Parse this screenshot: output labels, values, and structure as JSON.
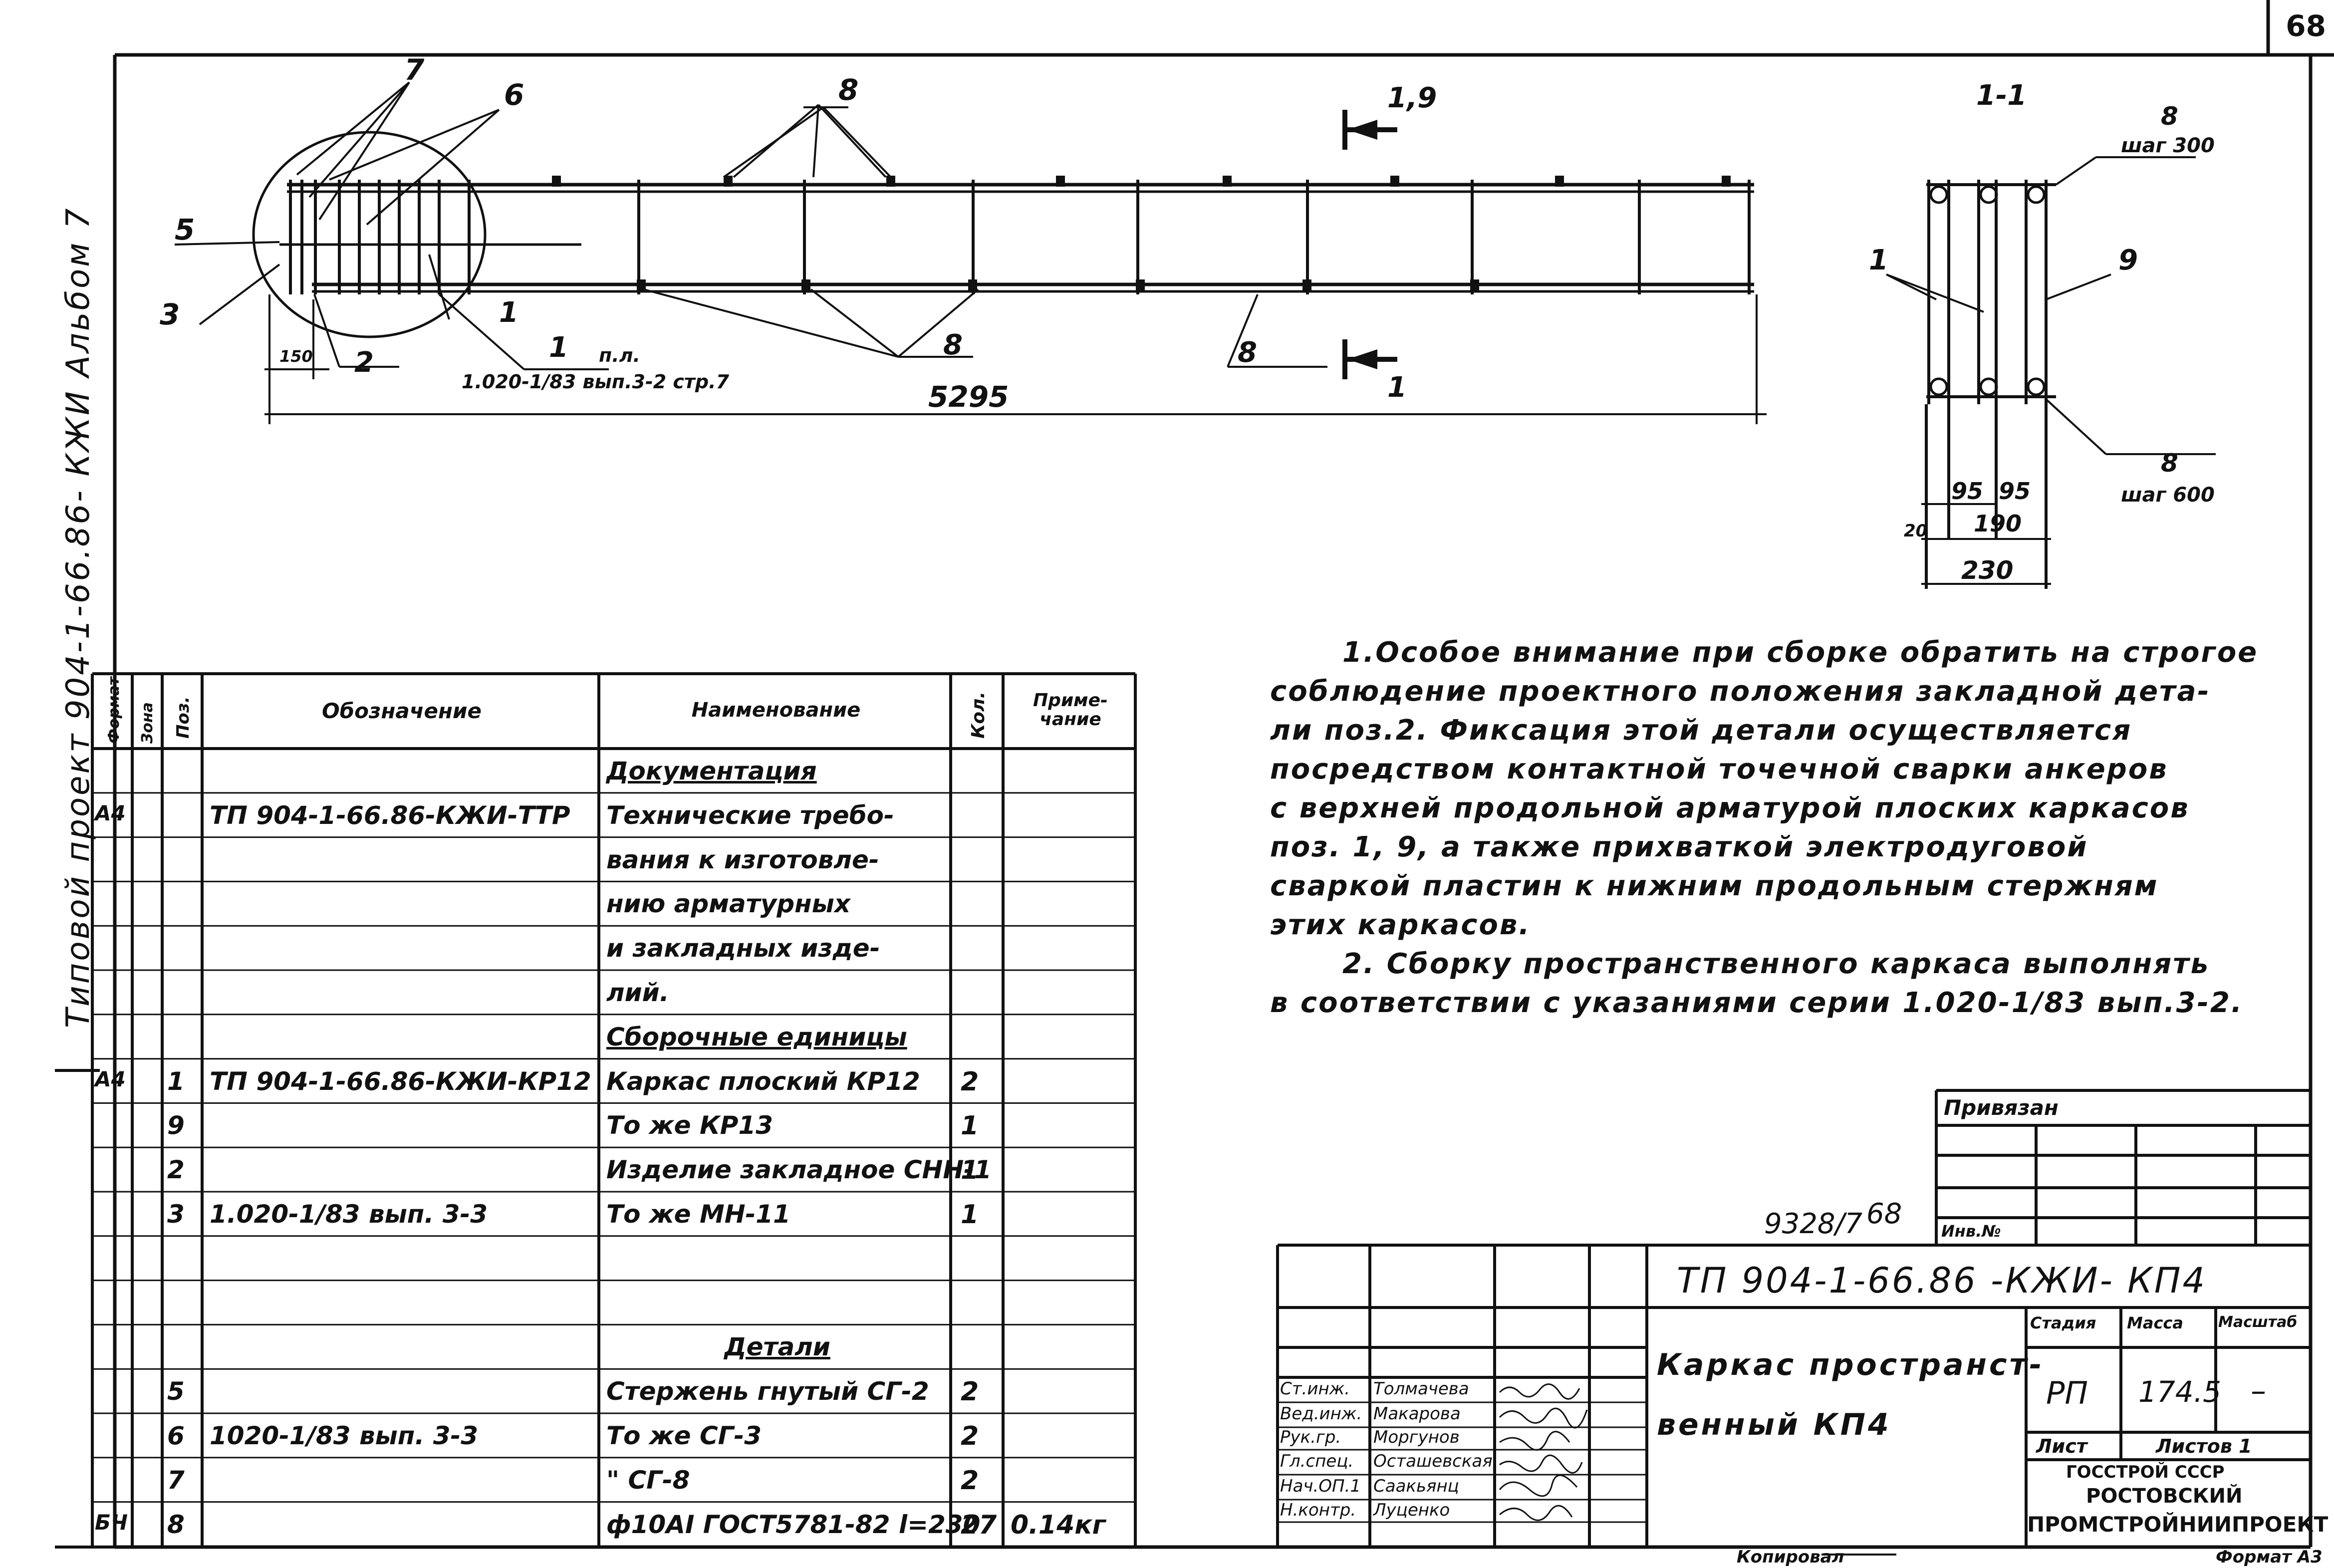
{
  "page_number": "68",
  "side_title": "Типовой проект 904-1-66.86- КЖИ Альбом 7",
  "drawing": {
    "callouts": [
      "7",
      "6",
      "8",
      "5",
      "3",
      "2",
      "1",
      "8",
      "8",
      "1,9",
      "1",
      "1"
    ],
    "ref_line1": "п.л.",
    "ref_line2": "1.020-1/83 вып.3-2 стр.7",
    "dim_150": "150",
    "dim_total": "5295",
    "section_title": "1-1",
    "sec_8_top": "8",
    "sec_step_top": "шаг 300",
    "sec_1": "1",
    "sec_9": "9",
    "sec_8_bot": "8",
    "sec_step_bot": "шаг 600",
    "dim_95a": "95",
    "dim_95b": "95",
    "dim_20": "20",
    "dim_190": "190",
    "dim_230": "230"
  },
  "notes": [
    "1.Особое внимание при сборке обратить на строгое",
    "соблюдение проектного положения закладной дета-",
    "ли поз.2. Фиксация этой детали осуществляется",
    "посредством контактной точечной сварки анкеров",
    "с верхней продольной арматурой плоских каркасов",
    "поз. 1, 9, а также прихваткой электродуговой",
    "сваркой пластин к нижним продольным стержням",
    "этих каркасов.",
    "2. Сборку пространственного каркаса выполнять",
    "в соответствии с указаниями серии 1.020-1/83 вып.3-2."
  ],
  "spec": {
    "headers": {
      "format": "Формат",
      "zone": "Зона",
      "pos": "Поз.",
      "designation": "Обозначение",
      "name": "Наименование",
      "qty": "Кол.",
      "note": "Приме-чание"
    },
    "rows": [
      {
        "format": "",
        "pos": "",
        "designation": "",
        "name": "Документация",
        "qty": "",
        "note": "",
        "u": true
      },
      {
        "format": "А4",
        "pos": "",
        "designation": "ТП 904-1-66.86-КЖИ-ТТР",
        "name": "Технические требо-",
        "qty": "",
        "note": ""
      },
      {
        "format": "",
        "pos": "",
        "designation": "",
        "name": "вания к изготовле-",
        "qty": "",
        "note": ""
      },
      {
        "format": "",
        "pos": "",
        "designation": "",
        "name": "нию арматурных",
        "qty": "",
        "note": ""
      },
      {
        "format": "",
        "pos": "",
        "designation": "",
        "name": "и закладных изде-",
        "qty": "",
        "note": ""
      },
      {
        "format": "",
        "pos": "",
        "designation": "",
        "name": "лий.",
        "qty": "",
        "note": ""
      },
      {
        "format": "",
        "pos": "",
        "designation": "",
        "name": "Сборочные единицы",
        "qty": "",
        "note": "",
        "u": true
      },
      {
        "format": "А4",
        "pos": "1",
        "designation": "ТП 904-1-66.86-КЖИ-КР12",
        "name": "Каркас плоский КР12",
        "qty": "2",
        "note": ""
      },
      {
        "format": "",
        "pos": "9",
        "designation": "",
        "name": "То же     КР13",
        "qty": "1",
        "note": ""
      },
      {
        "format": "",
        "pos": "2",
        "designation": "",
        "name": "Изделие закладное СНН-1",
        "qty": "1",
        "note": ""
      },
      {
        "format": "",
        "pos": "3",
        "designation": "1.020-1/83 вып. 3-3",
        "name": "То же     МН-11",
        "qty": "1",
        "note": ""
      },
      {
        "format": "",
        "pos": "",
        "designation": "",
        "name": "",
        "qty": "",
        "note": ""
      },
      {
        "format": "",
        "pos": "",
        "designation": "",
        "name": "",
        "qty": "",
        "note": ""
      },
      {
        "format": "",
        "pos": "",
        "designation": "",
        "name": "Детали",
        "qty": "",
        "note": "",
        "u": true,
        "center": true
      },
      {
        "format": "",
        "pos": "5",
        "designation": "",
        "name": "Стержень гнутый СГ-2",
        "qty": "2",
        "note": ""
      },
      {
        "format": "",
        "pos": "6",
        "designation": "1020-1/83 вып. 3-3",
        "name": "То же     СГ-3",
        "qty": "2",
        "note": ""
      },
      {
        "format": "",
        "pos": "7",
        "designation": "",
        "name": "\"     СГ-8",
        "qty": "2",
        "note": ""
      },
      {
        "format": "БЧ",
        "pos": "8",
        "designation": "",
        "name": "ф10АI ГОСТ5781-82 l=230",
        "qty": "27",
        "note": "0.14кг"
      }
    ]
  },
  "stamp": {
    "privyazan": "Привязан",
    "inv_no": "Инв.№",
    "archive_no": "9328/7",
    "archive_sheet": "68",
    "code": "ТП 904-1-66.86 -КЖИ- КП4",
    "title_line1": "Каркас пространст-",
    "title_line2": "венный  КП4",
    "stage_h": "Стадия",
    "mass_h": "Масса",
    "scale_h": "Масштаб",
    "stage": "РП",
    "mass": "174.5",
    "scale": "–",
    "sheet_h": "Лист",
    "sheets_h": "Листов 1",
    "org1": "ГОССТРОЙ СССР",
    "org2": "РОСТОВСКИЙ",
    "org3": "ПРОМСТРОЙНИИПРОЕКТ",
    "people": [
      {
        "role": "Ст.инж.",
        "name": "Толмачева"
      },
      {
        "role": "Вед.инж.",
        "name": "Макарова"
      },
      {
        "role": "Рук.гр.",
        "name": "Моргунов"
      },
      {
        "role": "Гл.спец.",
        "name": "Осташевская"
      },
      {
        "role": "Нач.ОП.1",
        "name": "Саакьянц"
      },
      {
        "role": "Н.контр.",
        "name": "Луценко"
      }
    ],
    "copied": "Копировал",
    "format": "Формат А3"
  }
}
